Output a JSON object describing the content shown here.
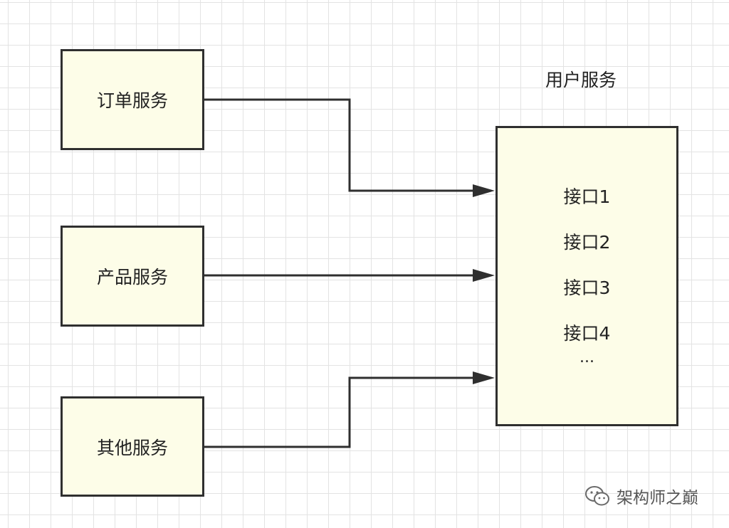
{
  "services": {
    "order": "订单服务",
    "product": "产品服务",
    "other": "其他服务"
  },
  "user_service": {
    "title": "用户服务",
    "interfaces": [
      "接口1",
      "接口2",
      "接口3",
      "接口4"
    ],
    "more": "..."
  },
  "watermark": "架构师之巅",
  "colors": {
    "box_fill": "#fdfde8",
    "box_border": "#2f2f2f",
    "grid": "#e3e3e3",
    "connector": "#2f2f2f"
  }
}
